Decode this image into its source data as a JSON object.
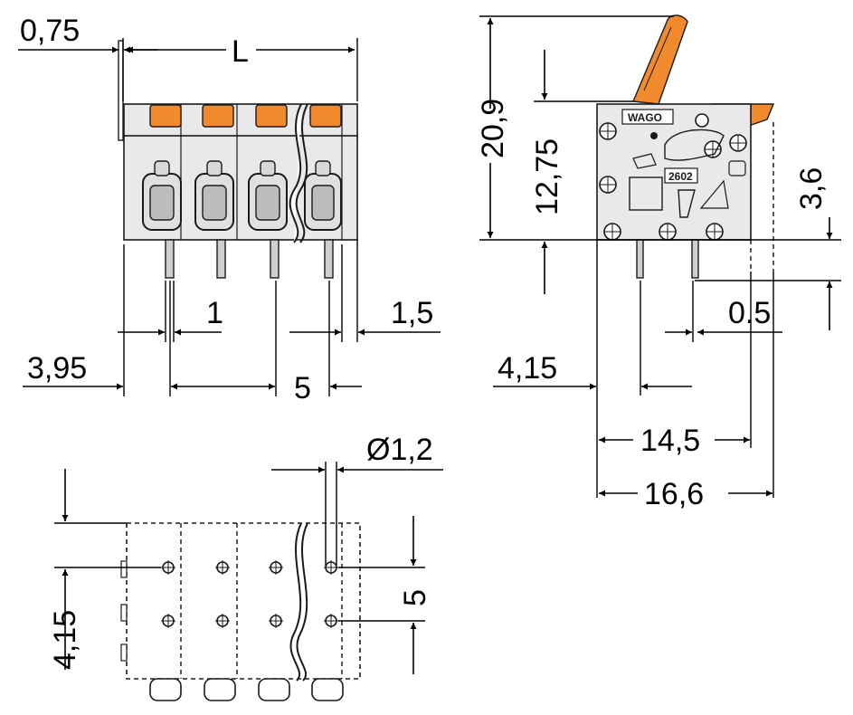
{
  "dimensions": {
    "front": {
      "offset_075": "0,75",
      "length_L": "L",
      "pin_1": "1",
      "edge_15": "1,5",
      "offset_395": "3,95",
      "pitch_5": "5"
    },
    "side": {
      "height_209": "20,9",
      "height_1275": "12,75",
      "height_36": "3,6",
      "pin_05": "0.5",
      "offset_415": "4,15",
      "width_145": "14,5",
      "width_166": "16,6"
    },
    "bottom": {
      "hole_dia": "Ø1,2",
      "offset_415": "4,15",
      "row_5": "5"
    }
  },
  "logo": {
    "brand": "WAGO",
    "part": "2602"
  },
  "colors": {
    "accent_orange": "#f08a2c",
    "housing_grey": "#e9e9e9",
    "line": "#000000"
  }
}
